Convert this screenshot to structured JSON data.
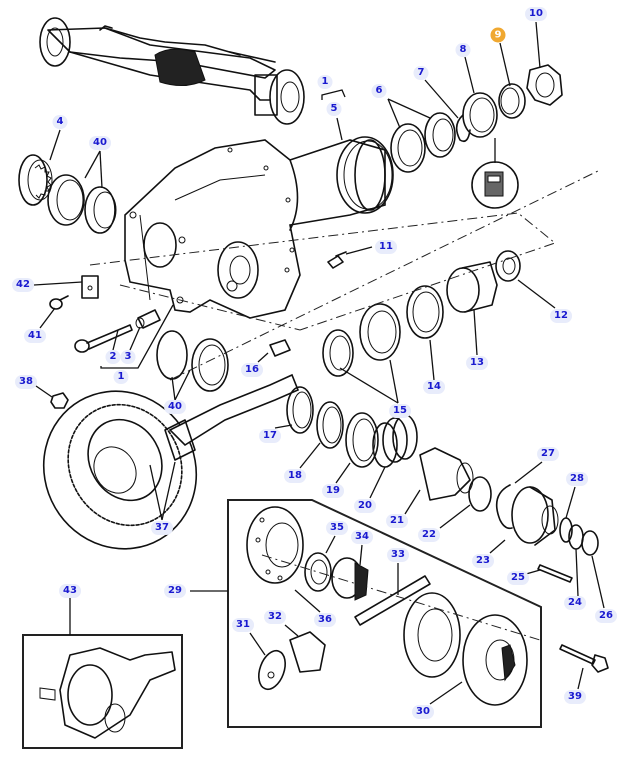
{
  "diagram": {
    "title": "Front axle differential assembly — exploded view",
    "highlight_color": "#f0a830",
    "label_color": "#1a1ad0",
    "label_bg_color": "#e8ecfb",
    "highlighted_part": "9",
    "callouts": [
      {
        "id": "c10",
        "label": "10",
        "part": "nut"
      },
      {
        "id": "c9",
        "label": "9",
        "part": "spacer-ring",
        "highlighted": true
      },
      {
        "id": "c8",
        "label": "8",
        "part": "seal"
      },
      {
        "id": "c7",
        "label": "7",
        "part": "snap-ring"
      },
      {
        "id": "c6",
        "label": "6",
        "part": "bearing"
      },
      {
        "id": "c1a",
        "label": "1",
        "part": "housing-group"
      },
      {
        "id": "c5",
        "label": "5",
        "part": "o-ring"
      },
      {
        "id": "c4",
        "label": "4",
        "part": "adjusting-ring"
      },
      {
        "id": "c40a",
        "label": "40",
        "part": "bearing"
      },
      {
        "id": "c11",
        "label": "11",
        "part": "breather"
      },
      {
        "id": "c42",
        "label": "42",
        "part": "bracket"
      },
      {
        "id": "c41",
        "label": "41",
        "part": "screw"
      },
      {
        "id": "c2",
        "label": "2",
        "part": "bolt"
      },
      {
        "id": "c3",
        "label": "3",
        "part": "dowel"
      },
      {
        "id": "c1b",
        "label": "1",
        "part": "housing-group"
      },
      {
        "id": "c16",
        "label": "16",
        "part": "dowel"
      },
      {
        "id": "c12",
        "label": "12",
        "part": "washer"
      },
      {
        "id": "c13",
        "label": "13",
        "part": "spacer"
      },
      {
        "id": "c14",
        "label": "14",
        "part": "shim"
      },
      {
        "id": "c15",
        "label": "15",
        "part": "bearing"
      },
      {
        "id": "c38",
        "label": "38",
        "part": "nut"
      },
      {
        "id": "c40b",
        "label": "40",
        "part": "bearing"
      },
      {
        "id": "c17",
        "label": "17",
        "part": "shim"
      },
      {
        "id": "c18",
        "label": "18",
        "part": "shim"
      },
      {
        "id": "c19",
        "label": "19",
        "part": "disc"
      },
      {
        "id": "c20",
        "label": "20",
        "part": "spring"
      },
      {
        "id": "c21",
        "label": "21",
        "part": "sleeve"
      },
      {
        "id": "c22",
        "label": "22",
        "part": "ring"
      },
      {
        "id": "c27",
        "label": "27",
        "part": "snap-ring"
      },
      {
        "id": "c28",
        "label": "28",
        "part": "o-ring"
      },
      {
        "id": "c23",
        "label": "23",
        "part": "piston"
      },
      {
        "id": "c25",
        "label": "25",
        "part": "pin"
      },
      {
        "id": "c24",
        "label": "24",
        "part": "ring"
      },
      {
        "id": "c26",
        "label": "26",
        "part": "snap-ring"
      },
      {
        "id": "c37",
        "label": "37",
        "part": "crown-wheel-pinion"
      },
      {
        "id": "c29",
        "label": "29",
        "part": "differential-group"
      },
      {
        "id": "c43",
        "label": "43",
        "part": "differential-assembly"
      },
      {
        "id": "c35",
        "label": "35",
        "part": "thrust-washer"
      },
      {
        "id": "c34",
        "label": "34",
        "part": "side-gear"
      },
      {
        "id": "c33",
        "label": "33",
        "part": "shaft"
      },
      {
        "id": "c36",
        "label": "36",
        "part": "differential-case"
      },
      {
        "id": "c32",
        "label": "32",
        "part": "planet-gear"
      },
      {
        "id": "c31",
        "label": "31",
        "part": "washer"
      },
      {
        "id": "c30",
        "label": "30",
        "part": "case-half"
      },
      {
        "id": "c39",
        "label": "39",
        "part": "bolt"
      }
    ]
  }
}
